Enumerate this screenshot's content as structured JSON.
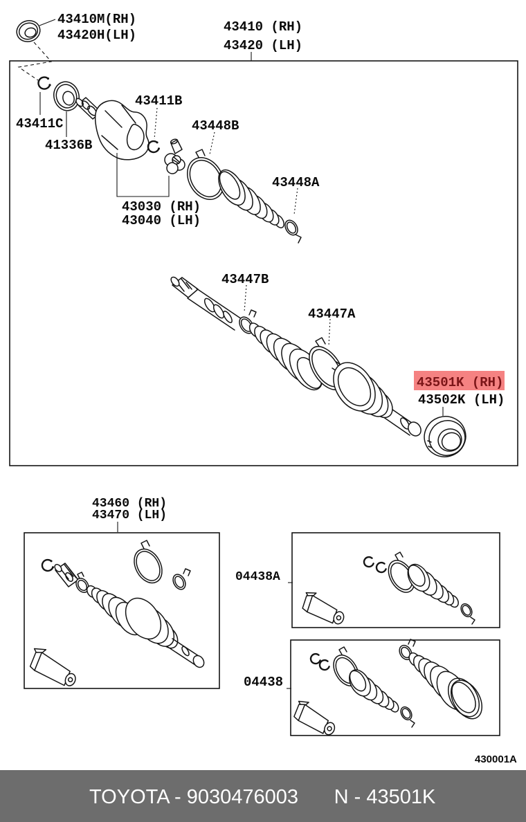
{
  "diagram": {
    "code": "430001A",
    "callouts": {
      "oil_seal_top": {
        "line1": "43410M(RH)",
        "line2": "43420H(LH)"
      },
      "front_drive_shaft_assy": {
        "line1": "43410 (RH)",
        "line2": "43420 (LH)"
      },
      "hole_snap_ring": "43411C",
      "bearing": "41336B",
      "shaft_snap_ring": "43411B",
      "inboard_boot_clamp_large": "43448B",
      "inboard_boot_clamp_small": "43448A",
      "inboard_joint": {
        "line1": "43030 (RH)",
        "line2": "43040 (LH)"
      },
      "outboard_boot_clamp_small": "43447B",
      "outboard_boot_clamp_large": "43447A",
      "deflector_rh_highlighted": "43501K (RH)",
      "deflector_lh": "43502K (LH)",
      "outboard_joint_assy": {
        "line1": "43460 (RH)",
        "line2": "43470 (LH)"
      },
      "boot_kit_a": "04438A",
      "boot_kit": "04438"
    }
  },
  "footer": {
    "left": "TOYOTA - 9030476003",
    "right": "N - 43501K"
  },
  "colors": {
    "background": "#ffffff",
    "line": "#141414",
    "highlight_bg": "#f58282",
    "highlight_text": "#7c1518",
    "footer_bg": "#6d6d6d",
    "footer_text": "#ffffff"
  }
}
